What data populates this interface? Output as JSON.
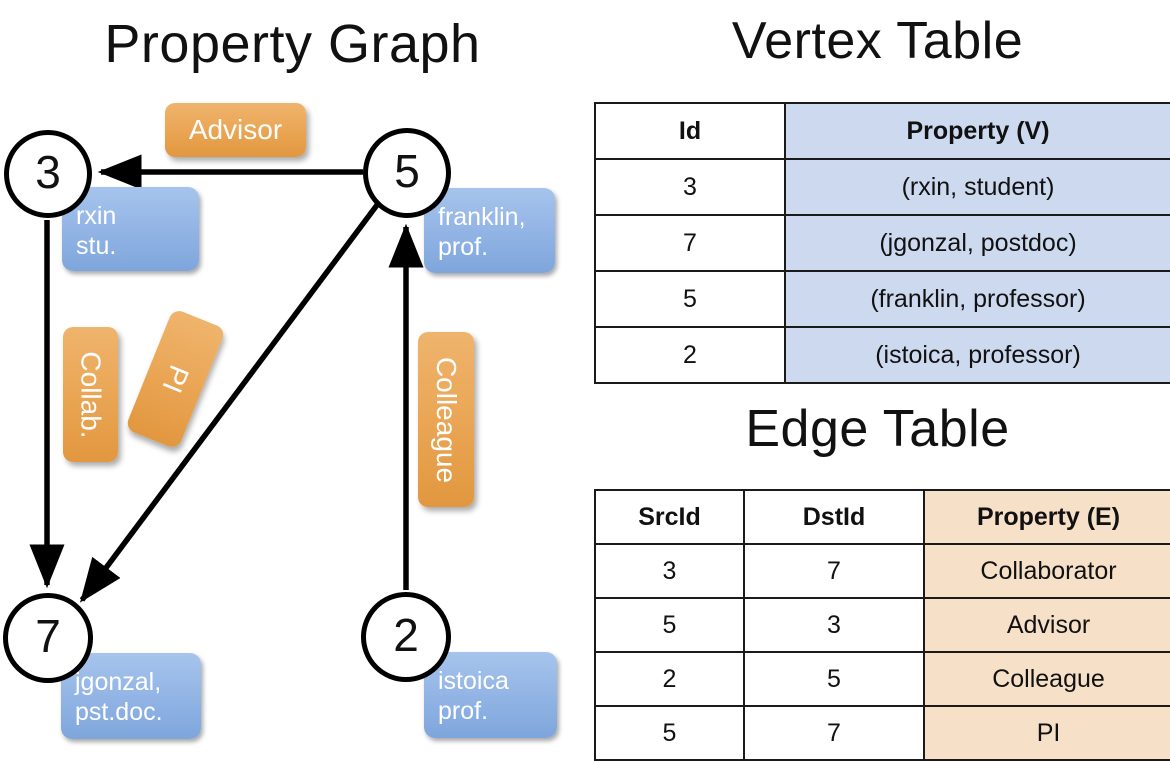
{
  "titles": {
    "property_graph": "Property Graph",
    "vertex_table": "Vertex Table",
    "edge_table": "Edge Table"
  },
  "graph": {
    "nodes": [
      {
        "id": "3",
        "property_line1": "rxin",
        "property_line2": "stu."
      },
      {
        "id": "5",
        "property_line1": "franklin,",
        "property_line2": "prof."
      },
      {
        "id": "7",
        "property_line1": "jgonzal,",
        "property_line2": "pst.doc."
      },
      {
        "id": "2",
        "property_line1": "istoica",
        "property_line2": "prof."
      }
    ],
    "edge_labels": {
      "advisor": "Advisor",
      "collab": "Collab.",
      "pi": "PI",
      "colleague": "Colleague"
    }
  },
  "vertex_table": {
    "headers": [
      "Id",
      "Property (V)"
    ],
    "rows": [
      [
        "3",
        "(rxin, student)"
      ],
      [
        "7",
        "(jgonzal, postdoc)"
      ],
      [
        "5",
        "(franklin, professor)"
      ],
      [
        "2",
        "(istoica, professor)"
      ]
    ]
  },
  "edge_table": {
    "headers": [
      "SrcId",
      "DstId",
      "Property (E)"
    ],
    "rows": [
      [
        "3",
        "7",
        "Collaborator"
      ],
      [
        "5",
        "3",
        "Advisor"
      ],
      [
        "2",
        "5",
        "Colleague"
      ],
      [
        "5",
        "7",
        "PI"
      ]
    ]
  },
  "colors": {
    "vertex_property_fill": "#ccd9ef",
    "edge_property_fill": "#f6e0c8",
    "node_badge_blue": "#95b6e6",
    "edge_label_orange": "#eaa655",
    "stroke": "#000000"
  }
}
